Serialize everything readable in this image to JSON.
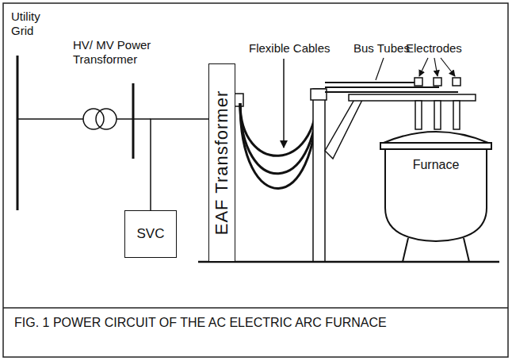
{
  "diagram": {
    "caption": "FIG. 1 POWER CIRCUIT OF THE AC ELECTRIC ARC FURNACE",
    "nodes": [
      {
        "text": [
          "EAF Transformer"
        ]
      },
      {
        "text": [
          "SVC"
        ]
      },
      {
        "text": [
          "Furnace"
        ]
      }
    ],
    "edges": [
      {
        "from": 1,
        "to": 0,
        "arrow": "none"
      }
    ],
    "labels": [
      "Utility Grid",
      "HV/ MV Power Transformer",
      "Flexible Cables",
      "Bus Tubes",
      "Electrodes"
    ]
  }
}
